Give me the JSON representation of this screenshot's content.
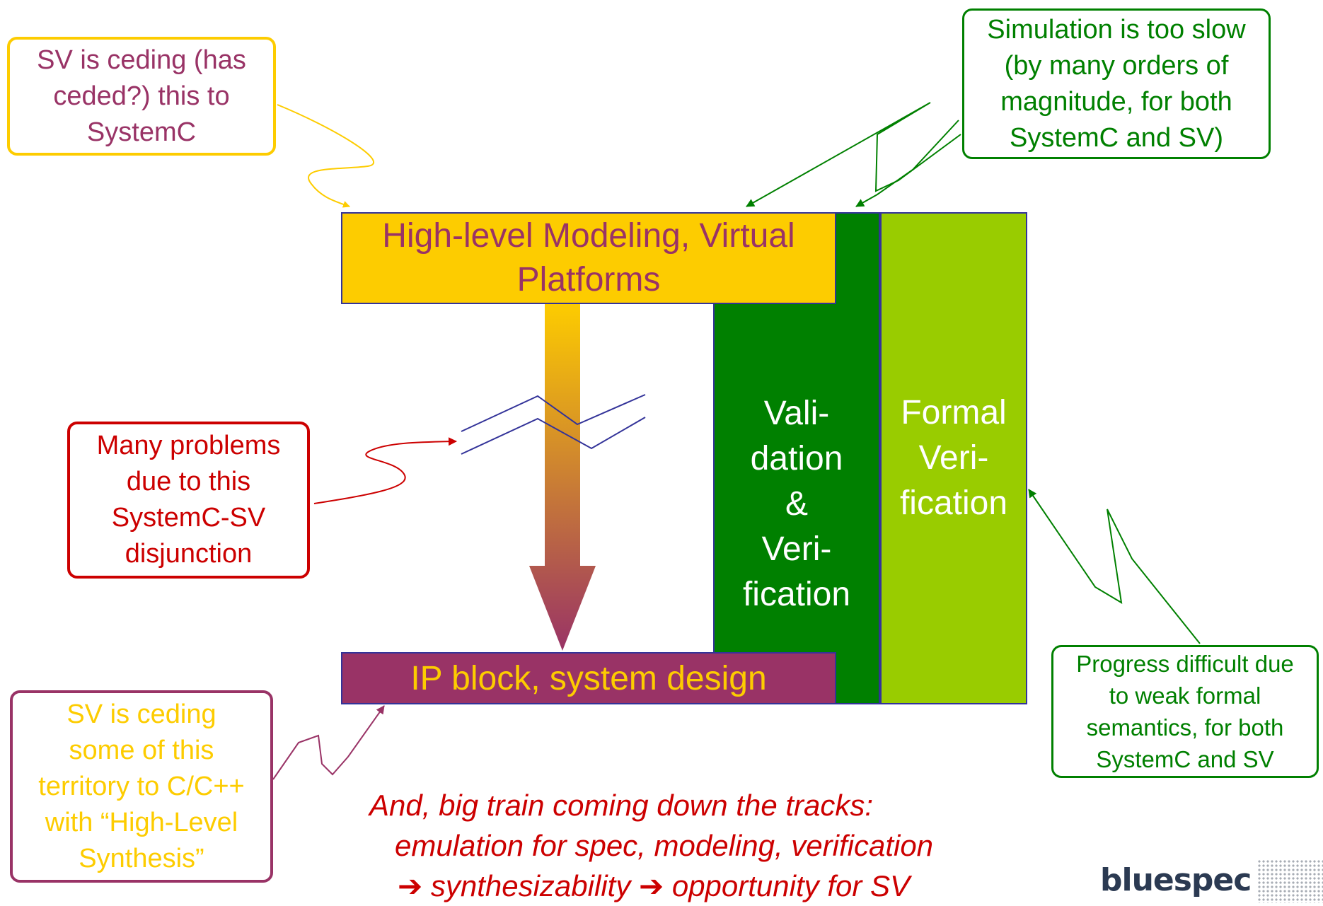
{
  "callouts": {
    "systemc_ceding": {
      "lines": [
        "SV is ceding (has",
        "ceded?) this to",
        "SystemC"
      ]
    },
    "simulation_slow": {
      "lines": [
        "Simulation is too slow",
        "(by many orders of",
        "magnitude, for both",
        "SystemC and SV)"
      ]
    },
    "many_problems": {
      "lines": [
        "Many problems",
        "due to this",
        "SystemC-SV",
        "disjunction"
      ]
    },
    "progress_difficult": {
      "lines": [
        "Progress difficult due",
        "to weak formal",
        "semantics, for both",
        "SystemC and SV"
      ]
    },
    "hls_ceding": {
      "lines": [
        "SV is ceding",
        "some of this",
        "territory to C/C++",
        "with “High-Level",
        "Synthesis”"
      ]
    }
  },
  "blocks": {
    "high_level": {
      "lines": [
        "High-level Modeling, Virtual",
        "Platforms"
      ]
    },
    "ip_block": {
      "label": "IP block, system design"
    },
    "validation": {
      "lines": [
        "Vali-",
        "dation",
        "&",
        "Veri-",
        "fication"
      ]
    },
    "formal": {
      "lines": [
        "Formal",
        "Veri-",
        "fication"
      ]
    }
  },
  "bottom_text": {
    "line1": "And, big train coming down the tracks:",
    "line2": "emulation for spec, modeling, verification",
    "line3": "➔ synthesizability ➔ opportunity for SV"
  },
  "logo": {
    "text": "bluespec"
  },
  "colors": {
    "yellow": "#fdcc00",
    "plum": "#993366",
    "dark_green": "#008000",
    "light_green": "#99cc00",
    "red": "#cc0000",
    "navy_border": "#333399"
  }
}
